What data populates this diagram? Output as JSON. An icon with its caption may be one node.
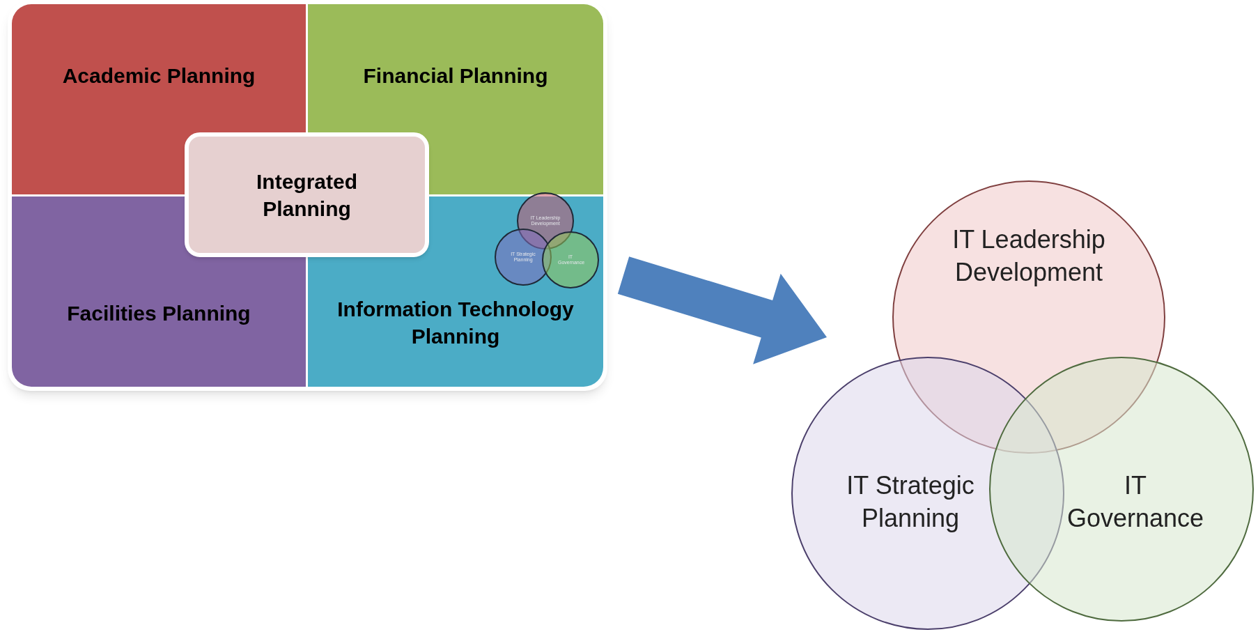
{
  "diagram": {
    "nodes": [
      {
        "text": [
          "Academic Planning"
        ]
      },
      {
        "text": [
          "Financial Planning"
        ]
      },
      {
        "text": [
          "Facilities Planning"
        ]
      },
      {
        "text": [
          "Information Technology Planning"
        ]
      },
      {
        "text": [
          "Integrated Planning"
        ]
      },
      {
        "text": [
          "IT Leadership Development"
        ],
        "in": 3
      },
      {
        "text": [
          "IT Strategic Planning"
        ],
        "in": 3
      },
      {
        "text": [
          "IT Governance"
        ],
        "in": 3
      },
      {
        "text": [
          "IT Leadership Development"
        ]
      },
      {
        "text": [
          "IT Strategic Planning"
        ]
      },
      {
        "text": [
          "IT Governance"
        ]
      }
    ],
    "edges": [
      {
        "from": 3,
        "to": 8,
        "arrow": "to"
      }
    ]
  }
}
